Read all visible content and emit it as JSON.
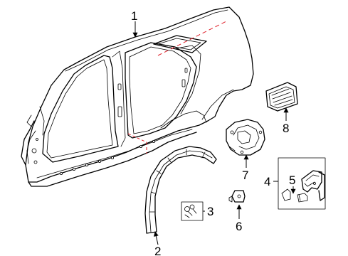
{
  "diagram": {
    "colors": {
      "line": "#000000",
      "reference_line": "#e0202a",
      "background": "#ffffff"
    },
    "callouts": [
      {
        "id": "1",
        "label": "1"
      },
      {
        "id": "2",
        "label": "2"
      },
      {
        "id": "3",
        "label": "3"
      },
      {
        "id": "4",
        "label": "4"
      },
      {
        "id": "5",
        "label": "5"
      },
      {
        "id": "6",
        "label": "6"
      },
      {
        "id": "7",
        "label": "7"
      },
      {
        "id": "8",
        "label": "8"
      }
    ]
  }
}
